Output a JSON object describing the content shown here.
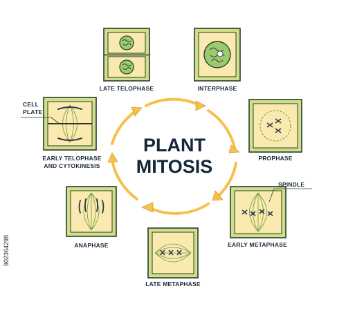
{
  "title": {
    "line1": "PLANT",
    "line2": "MITOSIS"
  },
  "stages": {
    "late_telophase": "LATE TELOPHASE",
    "interphase": "INTERPHASE",
    "prophase": "PROPHASE",
    "early_metaphase": "EARLY METAPHASE",
    "late_metaphase": "LATE METAPHASE",
    "anaphase": "ANAPHASE",
    "early_telophase_line1": "EARLY TELOPHASE",
    "early_telophase_line2": "AND CYTOKINESIS"
  },
  "callouts": {
    "cell_plate_line1": "CELL",
    "cell_plate_line2": "PLATE",
    "spindle": "SPINDLE"
  },
  "watermark": "902364298",
  "colors": {
    "cell_wall": "#cfe08a",
    "cytoplasm": "#fbeab0",
    "outline": "#2c3a2c",
    "chromosome": "#2c3a4a",
    "spindle": "#6a9a3a",
    "cycle_arrow": "#f6c04a"
  }
}
